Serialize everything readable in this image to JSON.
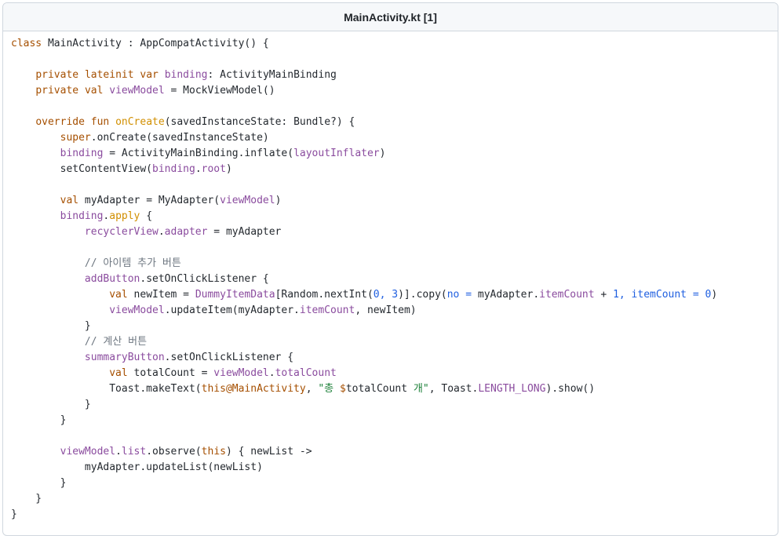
{
  "file_header": {
    "title": "MainActivity.kt [1]"
  },
  "code": {
    "language": "kotlin",
    "lines": [
      [
        {
          "t": "class",
          "c": "kw"
        },
        {
          "t": " MainActivity : AppCompatActivity() {",
          "c": "plain"
        }
      ],
      [],
      [
        {
          "t": "    ",
          "c": "plain"
        },
        {
          "t": "private",
          "c": "kw"
        },
        {
          "t": " ",
          "c": "plain"
        },
        {
          "t": "lateinit",
          "c": "kw"
        },
        {
          "t": " ",
          "c": "plain"
        },
        {
          "t": "var",
          "c": "kw"
        },
        {
          "t": " ",
          "c": "plain"
        },
        {
          "t": "binding",
          "c": "prop"
        },
        {
          "t": ": ActivityMainBinding",
          "c": "plain"
        }
      ],
      [
        {
          "t": "    ",
          "c": "plain"
        },
        {
          "t": "private",
          "c": "kw"
        },
        {
          "t": " ",
          "c": "plain"
        },
        {
          "t": "val",
          "c": "kw"
        },
        {
          "t": " ",
          "c": "plain"
        },
        {
          "t": "viewModel",
          "c": "prop"
        },
        {
          "t": " = MockViewModel()",
          "c": "plain"
        }
      ],
      [],
      [
        {
          "t": "    ",
          "c": "plain"
        },
        {
          "t": "override",
          "c": "kw"
        },
        {
          "t": " ",
          "c": "plain"
        },
        {
          "t": "fun",
          "c": "kw"
        },
        {
          "t": " ",
          "c": "plain"
        },
        {
          "t": "onCreate",
          "c": "fn"
        },
        {
          "t": "(savedInstanceState: Bundle?) {",
          "c": "plain"
        }
      ],
      [
        {
          "t": "        ",
          "c": "plain"
        },
        {
          "t": "super",
          "c": "kw"
        },
        {
          "t": ".onCreate(savedInstanceState)",
          "c": "plain"
        }
      ],
      [
        {
          "t": "        ",
          "c": "plain"
        },
        {
          "t": "binding",
          "c": "prop"
        },
        {
          "t": " = ActivityMainBinding.inflate(",
          "c": "plain"
        },
        {
          "t": "layoutInflater",
          "c": "prop"
        },
        {
          "t": ")",
          "c": "plain"
        }
      ],
      [
        {
          "t": "        setContentView(",
          "c": "plain"
        },
        {
          "t": "binding",
          "c": "prop"
        },
        {
          "t": ".",
          "c": "plain"
        },
        {
          "t": "root",
          "c": "prop"
        },
        {
          "t": ")",
          "c": "plain"
        }
      ],
      [],
      [
        {
          "t": "        ",
          "c": "plain"
        },
        {
          "t": "val",
          "c": "kw"
        },
        {
          "t": " myAdapter = MyAdapter(",
          "c": "plain"
        },
        {
          "t": "viewModel",
          "c": "prop"
        },
        {
          "t": ")",
          "c": "plain"
        }
      ],
      [
        {
          "t": "        ",
          "c": "plain"
        },
        {
          "t": "binding",
          "c": "prop"
        },
        {
          "t": ".",
          "c": "plain"
        },
        {
          "t": "apply",
          "c": "fn"
        },
        {
          "t": " {",
          "c": "plain"
        }
      ],
      [
        {
          "t": "            ",
          "c": "plain"
        },
        {
          "t": "recyclerView",
          "c": "prop"
        },
        {
          "t": ".",
          "c": "plain"
        },
        {
          "t": "adapter",
          "c": "prop"
        },
        {
          "t": " = myAdapter",
          "c": "plain"
        }
      ],
      [],
      [
        {
          "t": "            ",
          "c": "plain"
        },
        {
          "t": "// 아이템 추가 버튼",
          "c": "cmt"
        }
      ],
      [
        {
          "t": "            ",
          "c": "plain"
        },
        {
          "t": "addButton",
          "c": "prop"
        },
        {
          "t": ".setOnClickListener {",
          "c": "plain"
        }
      ],
      [
        {
          "t": "                ",
          "c": "plain"
        },
        {
          "t": "val",
          "c": "kw"
        },
        {
          "t": " newItem = ",
          "c": "plain"
        },
        {
          "t": "DummyItemData",
          "c": "prop"
        },
        {
          "t": "[Random.nextInt(",
          "c": "plain"
        },
        {
          "t": "0, 3",
          "c": "num"
        },
        {
          "t": ")].copy(",
          "c": "plain"
        },
        {
          "t": "no =",
          "c": "num"
        },
        {
          "t": " myAdapter.",
          "c": "plain"
        },
        {
          "t": "itemCount",
          "c": "prop"
        },
        {
          "t": " + ",
          "c": "plain"
        },
        {
          "t": "1, itemCount = 0",
          "c": "num"
        },
        {
          "t": ")",
          "c": "plain"
        }
      ],
      [
        {
          "t": "                ",
          "c": "plain"
        },
        {
          "t": "viewModel",
          "c": "prop"
        },
        {
          "t": ".updateItem(myAdapter.",
          "c": "plain"
        },
        {
          "t": "itemCount",
          "c": "prop"
        },
        {
          "t": ", newItem)",
          "c": "plain"
        }
      ],
      [
        {
          "t": "            }",
          "c": "plain"
        }
      ],
      [
        {
          "t": "            ",
          "c": "plain"
        },
        {
          "t": "// 계산 버튼",
          "c": "cmt"
        }
      ],
      [
        {
          "t": "            ",
          "c": "plain"
        },
        {
          "t": "summaryButton",
          "c": "prop"
        },
        {
          "t": ".setOnClickListener {",
          "c": "plain"
        }
      ],
      [
        {
          "t": "                ",
          "c": "plain"
        },
        {
          "t": "val",
          "c": "kw"
        },
        {
          "t": " totalCount = ",
          "c": "plain"
        },
        {
          "t": "viewModel",
          "c": "prop"
        },
        {
          "t": ".",
          "c": "plain"
        },
        {
          "t": "totalCount",
          "c": "prop"
        }
      ],
      [
        {
          "t": "                Toast.makeText(",
          "c": "plain"
        },
        {
          "t": "this@MainActivity",
          "c": "kw"
        },
        {
          "t": ", ",
          "c": "plain"
        },
        {
          "t": "\"총 ",
          "c": "str"
        },
        {
          "t": "$",
          "c": "kw"
        },
        {
          "t": "totalCount",
          "c": "plain"
        },
        {
          "t": " 개\"",
          "c": "str"
        },
        {
          "t": ", Toast.",
          "c": "plain"
        },
        {
          "t": "LENGTH_LONG",
          "c": "prop"
        },
        {
          "t": ").show()",
          "c": "plain"
        }
      ],
      [
        {
          "t": "            }",
          "c": "plain"
        }
      ],
      [
        {
          "t": "        }",
          "c": "plain"
        }
      ],
      [],
      [
        {
          "t": "        ",
          "c": "plain"
        },
        {
          "t": "viewModel",
          "c": "prop"
        },
        {
          "t": ".",
          "c": "plain"
        },
        {
          "t": "list",
          "c": "prop"
        },
        {
          "t": ".observe(",
          "c": "plain"
        },
        {
          "t": "this",
          "c": "kw"
        },
        {
          "t": ") { newList ->",
          "c": "plain"
        }
      ],
      [
        {
          "t": "            myAdapter.updateList(newList)",
          "c": "plain"
        }
      ],
      [
        {
          "t": "        }",
          "c": "plain"
        }
      ],
      [
        {
          "t": "    }",
          "c": "plain"
        }
      ],
      [
        {
          "t": "}",
          "c": "plain"
        }
      ]
    ]
  }
}
